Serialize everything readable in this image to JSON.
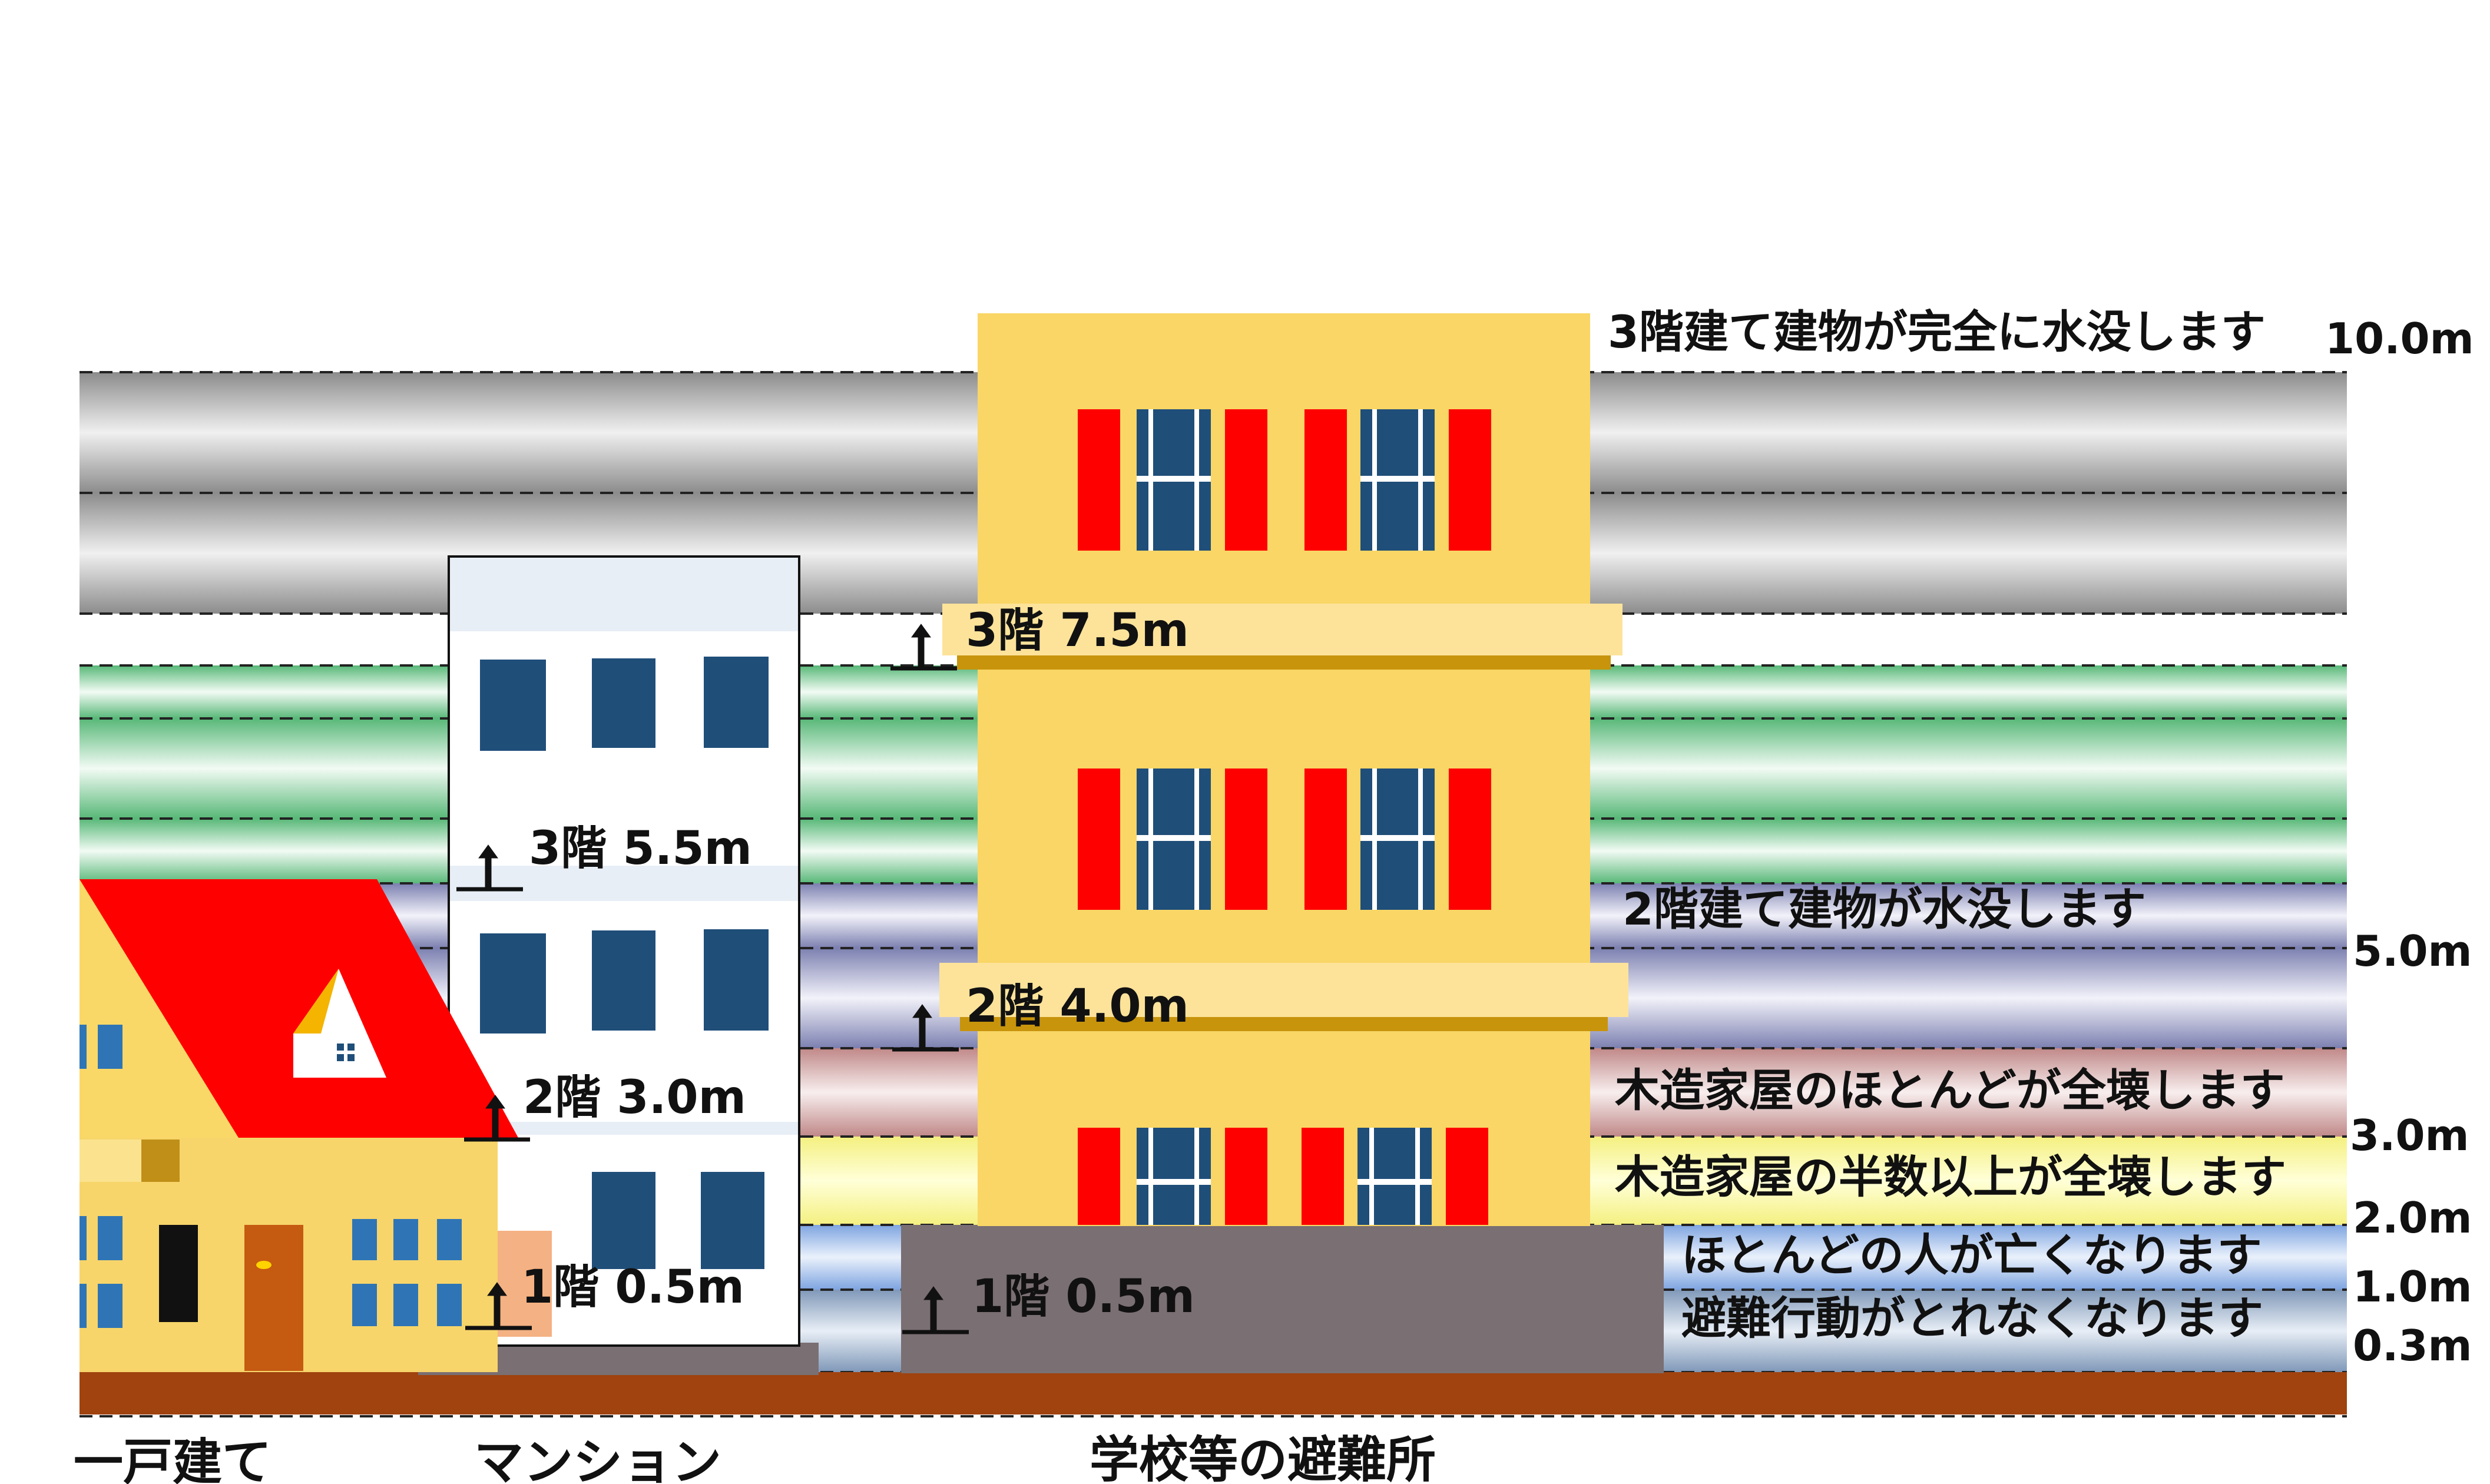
{
  "depth_markers": [
    "10.0m",
    "5.0m",
    "3.0m",
    "2.0m",
    "1.0m",
    "0.3m"
  ],
  "impacts": {
    "m10": "3階建て建物が完全に水没します",
    "m5": "2階建て建物が水没します",
    "m3": "木造家屋のほとんどが全壊します",
    "m2": "木造家屋の半数以上が全壊します",
    "m1": "ほとんどの人が亡くなります",
    "m03": "避難行動がとれなくなります"
  },
  "buildings": {
    "house": {
      "label": "一戸建て"
    },
    "mansion": {
      "label": "マンション",
      "floors": [
        "1階 0.5m",
        "2階 3.0m",
        "3階 5.5m"
      ]
    },
    "shelter": {
      "label": "学校等の避難所",
      "floors": [
        "1階 0.5m",
        "2階 4.0m",
        "3階 7.5m"
      ]
    }
  },
  "colors": {
    "ground": "#a0430f",
    "roof": "#ff0000",
    "house_wall": "#f7d56a",
    "shelter_wall": "#f9d665",
    "window_blue": "#1f4e79",
    "shutter_red": "#ff0000",
    "foundation": "#7a6f72"
  }
}
